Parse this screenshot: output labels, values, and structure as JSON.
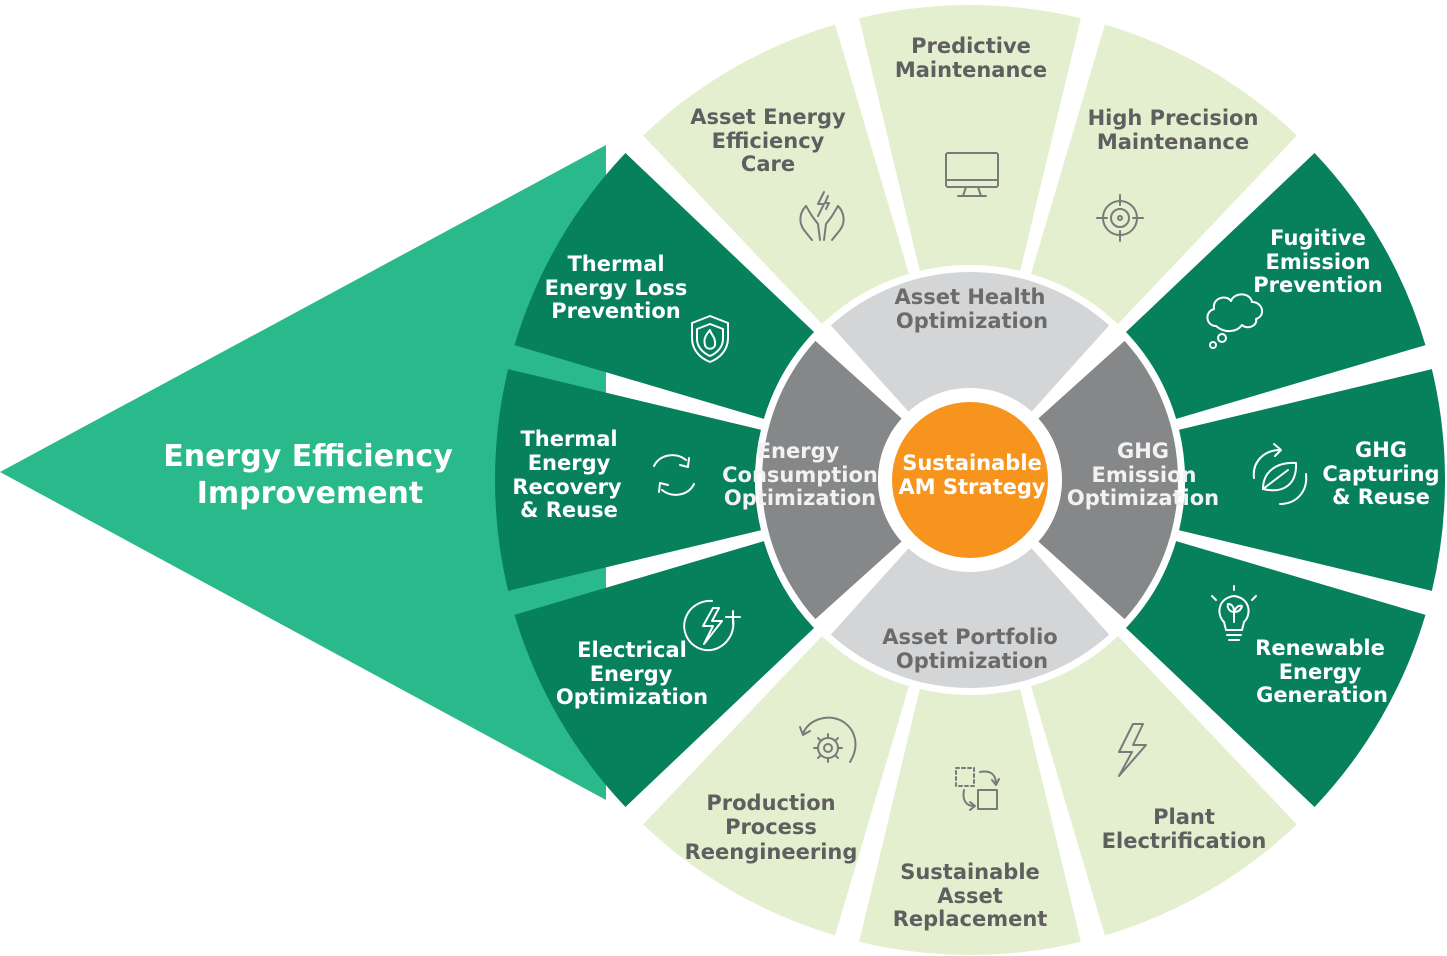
{
  "title": {
    "line1": "Energy Efficiency",
    "line2": "Improvement"
  },
  "center": {
    "line1": "Sustainable",
    "line2": "AM Strategy"
  },
  "quadrants": {
    "top": [
      "Asset Health",
      "Optimization"
    ],
    "right": [
      "GHG",
      "Emission",
      "Optimization"
    ],
    "bottom": [
      "Asset  Portfolio",
      "Optimization"
    ],
    "left": [
      "Energy",
      "Consumption",
      "Optimization"
    ]
  },
  "segments": {
    "predictive_maintenance": [
      "Predictive",
      "Maintenance"
    ],
    "high_precision_maintenance": [
      "High Precision",
      "Maintenance"
    ],
    "fugitive_emission_prevention": [
      "Fugitive",
      "Emission",
      "Prevention"
    ],
    "ghg_capturing_reuse": [
      "GHG",
      "Capturing",
      "& Reuse"
    ],
    "renewable_energy_generation": [
      "Renewable",
      "Energy",
      "Generation"
    ],
    "plant_electrification": [
      "Plant",
      "Electrification"
    ],
    "sustainable_asset_replacement": [
      "Sustainable",
      "Asset",
      "Replacement"
    ],
    "production_process_reengineering": [
      "Production",
      "Process",
      "Reengineering"
    ],
    "electrical_energy_optimization": [
      "Electrical",
      "Energy",
      "Optimization"
    ],
    "thermal_energy_recovery_reuse": [
      "Thermal",
      "Energy",
      "Recovery",
      "& Reuse"
    ],
    "thermal_energy_loss_prevention": [
      "Thermal",
      "Energy Loss",
      "Prevention"
    ],
    "asset_energy_efficiency_care": [
      "Asset Energy",
      "Efficiency",
      "Care"
    ]
  },
  "icons": {
    "predictive_maintenance": "monitor-icon",
    "high_precision_maintenance": "target-icon",
    "fugitive_emission_prevention": "cloud-icon",
    "ghg_capturing_reuse": "leaf-cycle-icon",
    "renewable_energy_generation": "lightbulb-leaf-icon",
    "plant_electrification": "lightning-icon",
    "sustainable_asset_replacement": "swap-icon",
    "production_process_reengineering": "gear-cycle-icon",
    "electrical_energy_optimization": "power-plus-icon",
    "thermal_energy_recovery_reuse": "refresh-icon",
    "thermal_energy_loss_prevention": "shield-flame-icon",
    "asset_energy_efficiency_care": "hands-energy-icon"
  },
  "colors": {
    "dark_green": "#07805c",
    "light_green": "#e4efcf",
    "teal": "#29b98a",
    "grey": "#858789",
    "light_grey": "#d4d5d7",
    "orange": "#f7941d"
  }
}
